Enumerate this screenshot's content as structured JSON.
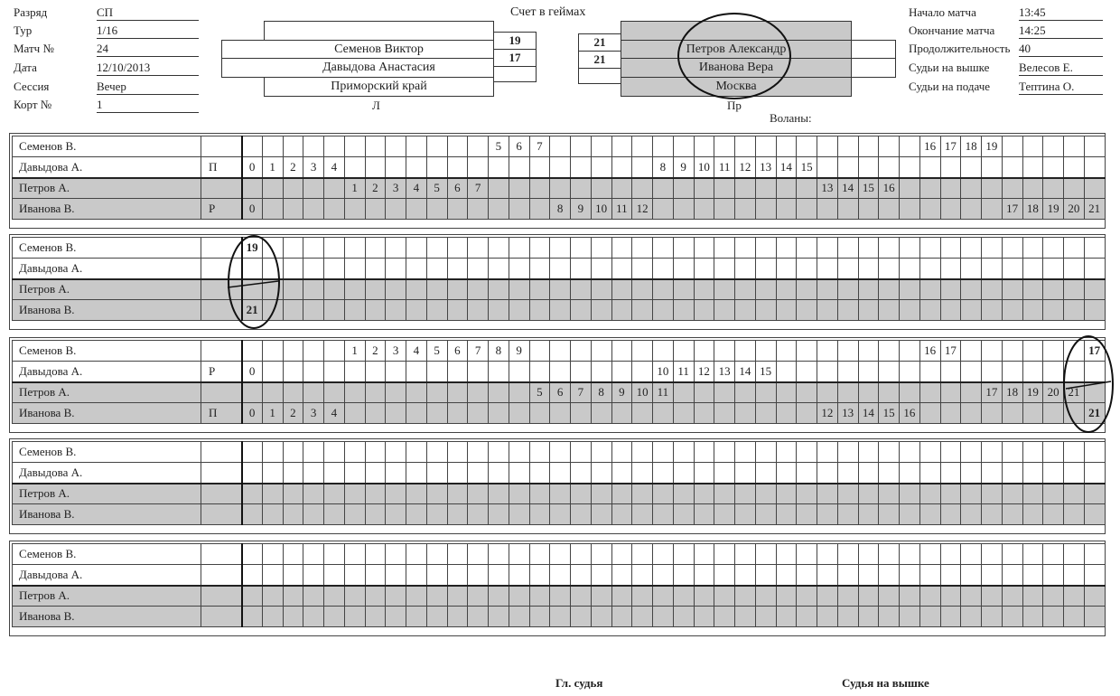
{
  "header": {
    "title": "Счет в геймах",
    "left_labels": [
      "Разряд",
      "Тур",
      "Матч №",
      "Дата",
      "Сессия",
      "Корт №"
    ],
    "left_values": [
      "СП",
      "1/16",
      "24",
      "12/10/2013",
      "Вечер",
      "1"
    ],
    "right_labels": [
      "Начало матча",
      "Окончание матча",
      "Продолжительность",
      "Судьи на вышке",
      "Судьи на подаче"
    ],
    "right_values": [
      "13:45",
      "14:25",
      "40",
      "Велесов Е.",
      "Тептина О."
    ],
    "left_team": {
      "player1": "Семенов Виктор",
      "player2": "Давыдова Анастасия",
      "region": "Приморский край",
      "side": "Л",
      "scores": [
        "19",
        "17"
      ]
    },
    "right_team": {
      "player1": "Петров Александр",
      "player2": "Иванова Вера",
      "region": "Москва",
      "side": "Пр",
      "scores": [
        "21",
        "21"
      ]
    },
    "shuttles_label": "Воланы:"
  },
  "players": [
    "Семенов В.",
    "Давыдова А.",
    "Петров А.",
    "Иванова В."
  ],
  "games": [
    {
      "serve": [
        "",
        "П",
        "",
        "Р"
      ],
      "rows": [
        [
          null,
          null,
          null,
          null,
          null,
          null,
          null,
          null,
          null,
          null,
          null,
          null,
          "5",
          "6",
          "7",
          null,
          null,
          null,
          null,
          null,
          null,
          null,
          null,
          null,
          null,
          null,
          null,
          null,
          null,
          null,
          null,
          null,
          null,
          "16",
          "17",
          "18",
          "19",
          null,
          null,
          null,
          null,
          null
        ],
        [
          "0",
          "1",
          "2",
          "3",
          "4",
          null,
          null,
          null,
          null,
          null,
          null,
          null,
          null,
          null,
          null,
          null,
          null,
          null,
          null,
          null,
          "8",
          "9",
          "10",
          "11",
          "12",
          "13",
          "14",
          "15",
          null,
          null,
          null,
          null,
          null,
          null,
          null,
          null,
          null,
          null,
          null,
          null,
          null,
          null
        ],
        [
          null,
          null,
          null,
          null,
          null,
          "1",
          "2",
          "3",
          "4",
          "5",
          "6",
          "7",
          null,
          null,
          null,
          null,
          null,
          null,
          null,
          null,
          null,
          null,
          null,
          null,
          null,
          null,
          null,
          null,
          "13",
          "14",
          "15",
          "16",
          null,
          null,
          null,
          null,
          null,
          null,
          null,
          null,
          null,
          null
        ],
        [
          "0",
          null,
          null,
          null,
          null,
          null,
          null,
          null,
          null,
          null,
          null,
          null,
          null,
          null,
          null,
          "8",
          "9",
          "10",
          "11",
          "12",
          null,
          null,
          null,
          null,
          null,
          null,
          null,
          null,
          null,
          null,
          null,
          null,
          null,
          null,
          null,
          null,
          null,
          "17",
          "18",
          "19",
          "20",
          "21"
        ]
      ]
    },
    {
      "serve": [
        "",
        "",
        "",
        ""
      ],
      "rows": [
        [
          "19"
        ],
        [],
        [],
        [
          "21"
        ]
      ]
    },
    {
      "serve": [
        "",
        "Р",
        "",
        "П"
      ],
      "rows": [
        [
          null,
          null,
          null,
          null,
          null,
          "1",
          "2",
          "3",
          "4",
          "5",
          "6",
          "7",
          "8",
          "9",
          null,
          null,
          null,
          null,
          null,
          null,
          null,
          null,
          null,
          null,
          null,
          null,
          null,
          null,
          null,
          null,
          null,
          null,
          null,
          "16",
          "17",
          null,
          null,
          null,
          null,
          null,
          null,
          "17"
        ],
        [
          "0",
          null,
          null,
          null,
          null,
          null,
          null,
          null,
          null,
          null,
          null,
          null,
          null,
          null,
          null,
          null,
          null,
          null,
          null,
          null,
          "10",
          "11",
          "12",
          "13",
          "14",
          "15",
          null,
          null,
          null,
          null,
          null,
          null,
          null,
          null,
          null,
          null,
          null,
          null,
          null,
          null,
          null,
          null
        ],
        [
          null,
          null,
          null,
          null,
          null,
          null,
          null,
          null,
          null,
          null,
          null,
          null,
          null,
          null,
          "5",
          "6",
          "7",
          "8",
          "9",
          "10",
          "11",
          null,
          null,
          null,
          null,
          null,
          null,
          null,
          null,
          null,
          null,
          null,
          null,
          null,
          null,
          null,
          "17",
          "18",
          "19",
          "20",
          "21",
          null
        ],
        [
          "0",
          "1",
          "2",
          "3",
          "4",
          null,
          null,
          null,
          null,
          null,
          null,
          null,
          null,
          null,
          null,
          null,
          null,
          null,
          null,
          null,
          null,
          null,
          null,
          null,
          null,
          null,
          null,
          null,
          "12",
          "13",
          "14",
          "15",
          "16",
          null,
          null,
          null,
          null,
          null,
          null,
          null,
          null,
          "21"
        ]
      ]
    },
    {
      "serve": [
        "",
        "",
        "",
        ""
      ],
      "rows": [
        [],
        [],
        [],
        []
      ]
    },
    {
      "serve": [
        "",
        "",
        "",
        ""
      ],
      "rows": [
        [],
        [],
        [],
        []
      ]
    }
  ],
  "footer": {
    "chief_referee": "Гл. судья",
    "umpire": "Судья на вышке"
  }
}
